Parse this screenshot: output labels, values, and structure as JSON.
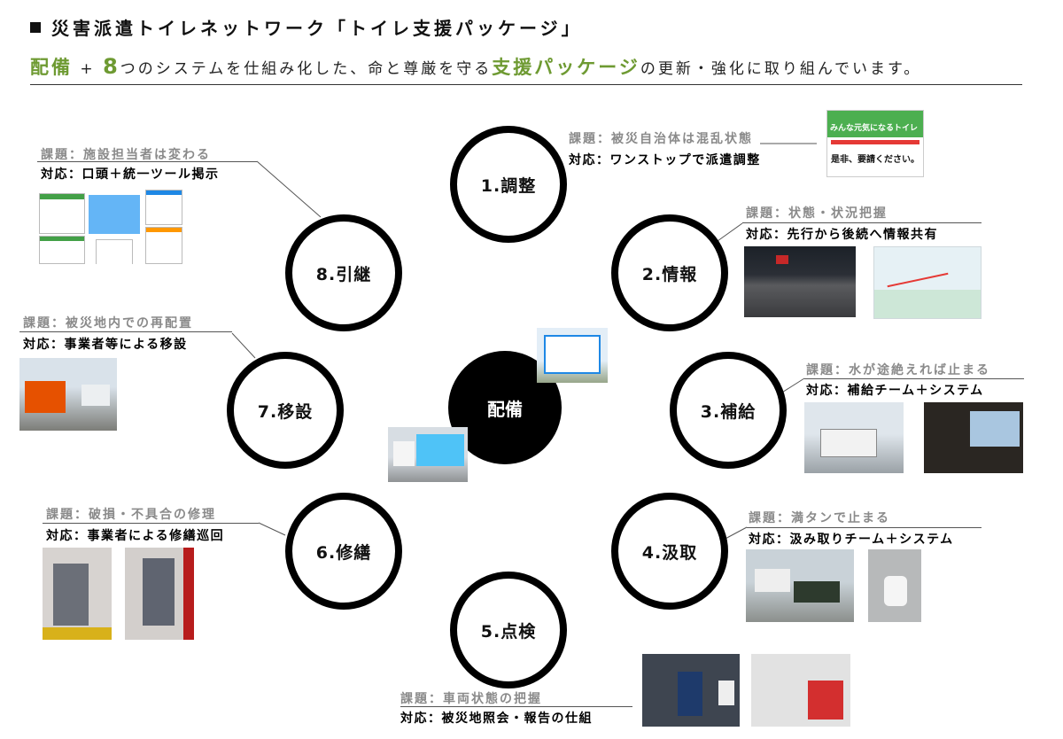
{
  "header": {
    "title": "災害派遣トイレネットワーク「トイレ支援パッケージ」",
    "subtitle_pre1": "配備",
    "subtitle_plus": " + ",
    "subtitle_num": "8",
    "subtitle_mid": "つのシステムを仕組み化した、命と尊厳を守る",
    "subtitle_hl": "支援パッケージ",
    "subtitle_post": "の更新・強化に取り組んでいます。"
  },
  "center": {
    "label": "配備"
  },
  "steps": [
    {
      "label": "1.調整",
      "issue": "課題：被災自治体は混乱状態",
      "response": "対応：ワンストップで派遣調整"
    },
    {
      "label": "2.情報",
      "issue": "課題：状態・状況把握",
      "response": "対応：先行から後続へ情報共有"
    },
    {
      "label": "3.補給",
      "issue": "課題：水が途絶えれば止まる",
      "response": "対応：補給チーム＋システム"
    },
    {
      "label": "4.汲取",
      "issue": "課題：満タンで止まる",
      "response": "対応：汲み取りチーム＋システム"
    },
    {
      "label": "5.点検",
      "issue": "課題：車両状態の把握",
      "response": "対応：被災地照会・報告の仕組"
    },
    {
      "label": "6.修繕",
      "issue": "課題：破損・不具合の修理",
      "response": "対応：事業者による修繕巡回"
    },
    {
      "label": "7.移設",
      "issue": "課題：被災地内での再配置",
      "response": "対応：事業者等による移設"
    },
    {
      "label": "8.引継",
      "issue": "課題：施設担当者は変わる",
      "response": "対応：口頭＋統一ツール掲示"
    }
  ],
  "poster": {
    "line1": "みんな元気になるトイレ",
    "line2": "是非、要請ください。"
  },
  "colors": {
    "accent": "#6e9a32",
    "node_border": "#000000",
    "issue_text": "#8a8a8a"
  }
}
